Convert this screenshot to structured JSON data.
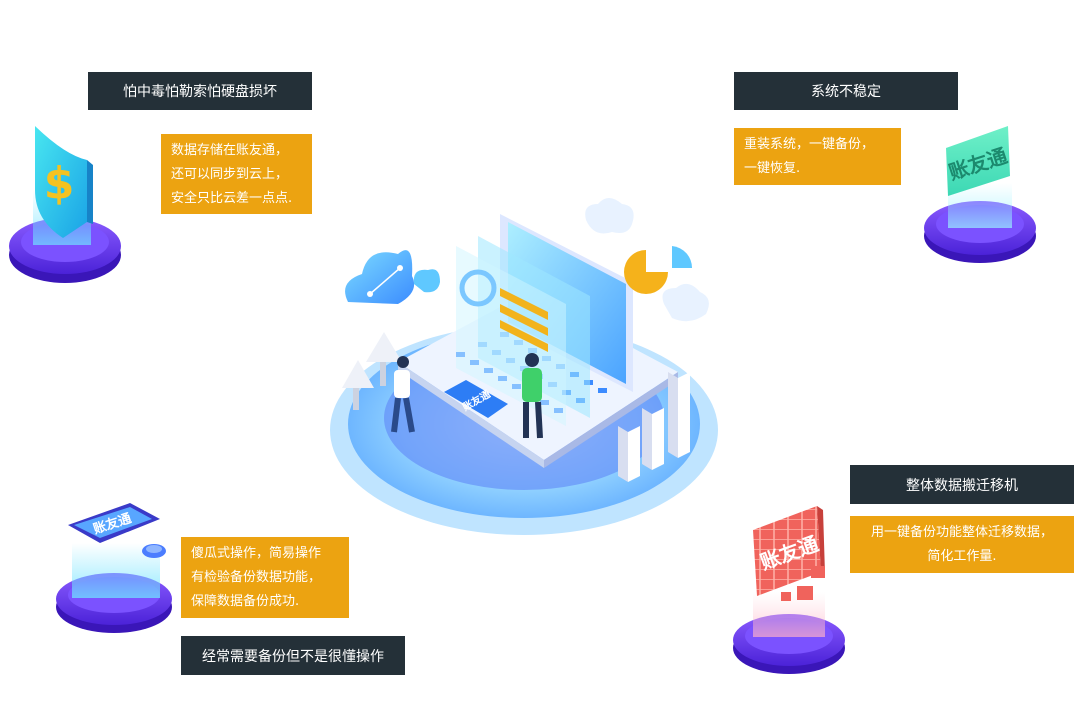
{
  "features": [
    {
      "title": "怕中毒怕勒索怕硬盘损坏",
      "lines": [
        "数据存储在账友通，",
        "还可以同步到云上，",
        "安全只比云差一点点."
      ]
    },
    {
      "title": "系统不稳定",
      "lines": [
        "重装系统，一键备份，",
        "一键恢复."
      ]
    },
    {
      "title": "经常需要备份但不是很懂操作",
      "lines": [
        "傻瓜式操作，简易操作",
        "有检验备份数据功能，",
        "保障数据备份成功."
      ]
    },
    {
      "title": "整体数据搬迁移机",
      "lines": [
        "用一键备份功能整体迁移数据，",
        "简化工作量."
      ]
    }
  ],
  "brand": {
    "logo_text": "账友通"
  },
  "colors": {
    "label_bg": "#243038",
    "accent_orange": "#eca311",
    "platform_purple": "#6a3df0",
    "cyan": "#38d6e8"
  },
  "icons": {
    "shield": "shield-dollar-icon",
    "cloud": "cloud-icon",
    "pie": "pie-chart-icon",
    "laptop": "laptop-icon",
    "wall": "brick-wall-icon"
  }
}
